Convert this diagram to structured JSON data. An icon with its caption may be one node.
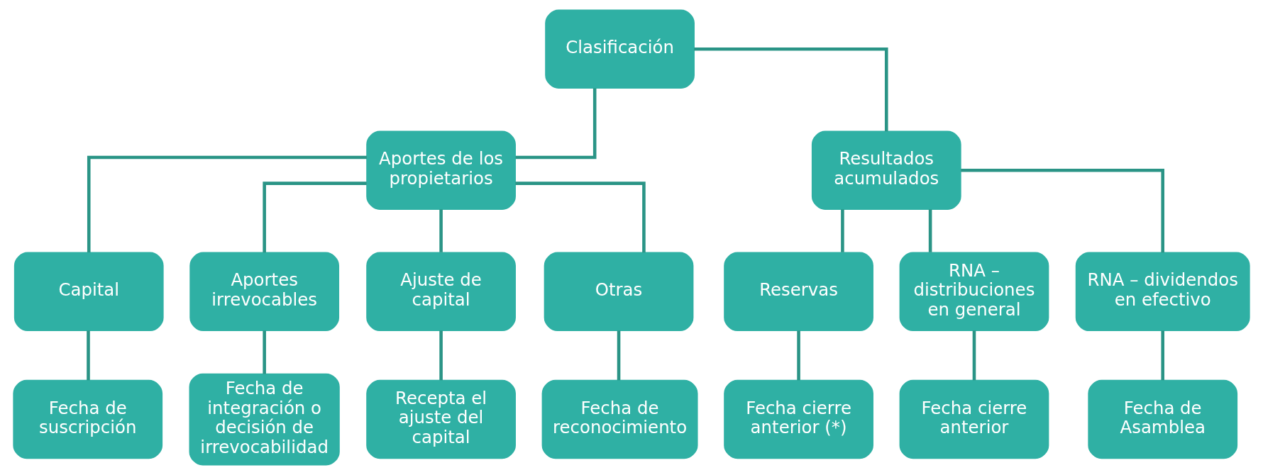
{
  "diagram": {
    "nodes": [
      {
        "text": [
          "Clasificación"
        ]
      },
      {
        "text": [
          "Aportes de los propietarios"
        ]
      },
      {
        "text": [
          "Resultados acumulados"
        ]
      },
      {
        "text": [
          "Capital"
        ]
      },
      {
        "text": [
          "Aportes irrevocables"
        ]
      },
      {
        "text": [
          "Ajuste de capital"
        ]
      },
      {
        "text": [
          "Otras"
        ]
      },
      {
        "text": [
          "Reservas"
        ]
      },
      {
        "text": [
          "RNA – distribuciones en general"
        ]
      },
      {
        "text": [
          "RNA – dividendos en efectivo"
        ]
      },
      {
        "text": [
          "Fecha de suscripción"
        ]
      },
      {
        "text": [
          "Fecha de integración o decisión de irrevocabilidad"
        ]
      },
      {
        "text": [
          "Recepta el ajuste del capital"
        ]
      },
      {
        "text": [
          "Fecha de reconocimiento"
        ]
      },
      {
        "text": [
          "Fecha cierre anterior (*)"
        ]
      },
      {
        "text": [
          "Fecha cierre anterior"
        ]
      },
      {
        "text": [
          "Fecha de Asamblea"
        ]
      }
    ],
    "edges": [
      {
        "from": 0,
        "to": 1,
        "arrow": "none"
      },
      {
        "from": 0,
        "to": 2,
        "arrow": "none"
      },
      {
        "from": 1,
        "to": 3,
        "arrow": "none"
      },
      {
        "from": 1,
        "to": 4,
        "arrow": "none"
      },
      {
        "from": 1,
        "to": 5,
        "arrow": "none"
      },
      {
        "from": 1,
        "to": 6,
        "arrow": "none"
      },
      {
        "from": 2,
        "to": 7,
        "arrow": "none"
      },
      {
        "from": 2,
        "to": 8,
        "arrow": "none"
      },
      {
        "from": 2,
        "to": 9,
        "arrow": "none"
      },
      {
        "from": 3,
        "to": 10,
        "arrow": "none"
      },
      {
        "from": 4,
        "to": 11,
        "arrow": "none"
      },
      {
        "from": 5,
        "to": 12,
        "arrow": "none"
      },
      {
        "from": 6,
        "to": 13,
        "arrow": "none"
      },
      {
        "from": 7,
        "to": 14,
        "arrow": "none"
      },
      {
        "from": 8,
        "to": 15,
        "arrow": "none"
      },
      {
        "from": 9,
        "to": 16,
        "arrow": "none"
      }
    ]
  }
}
